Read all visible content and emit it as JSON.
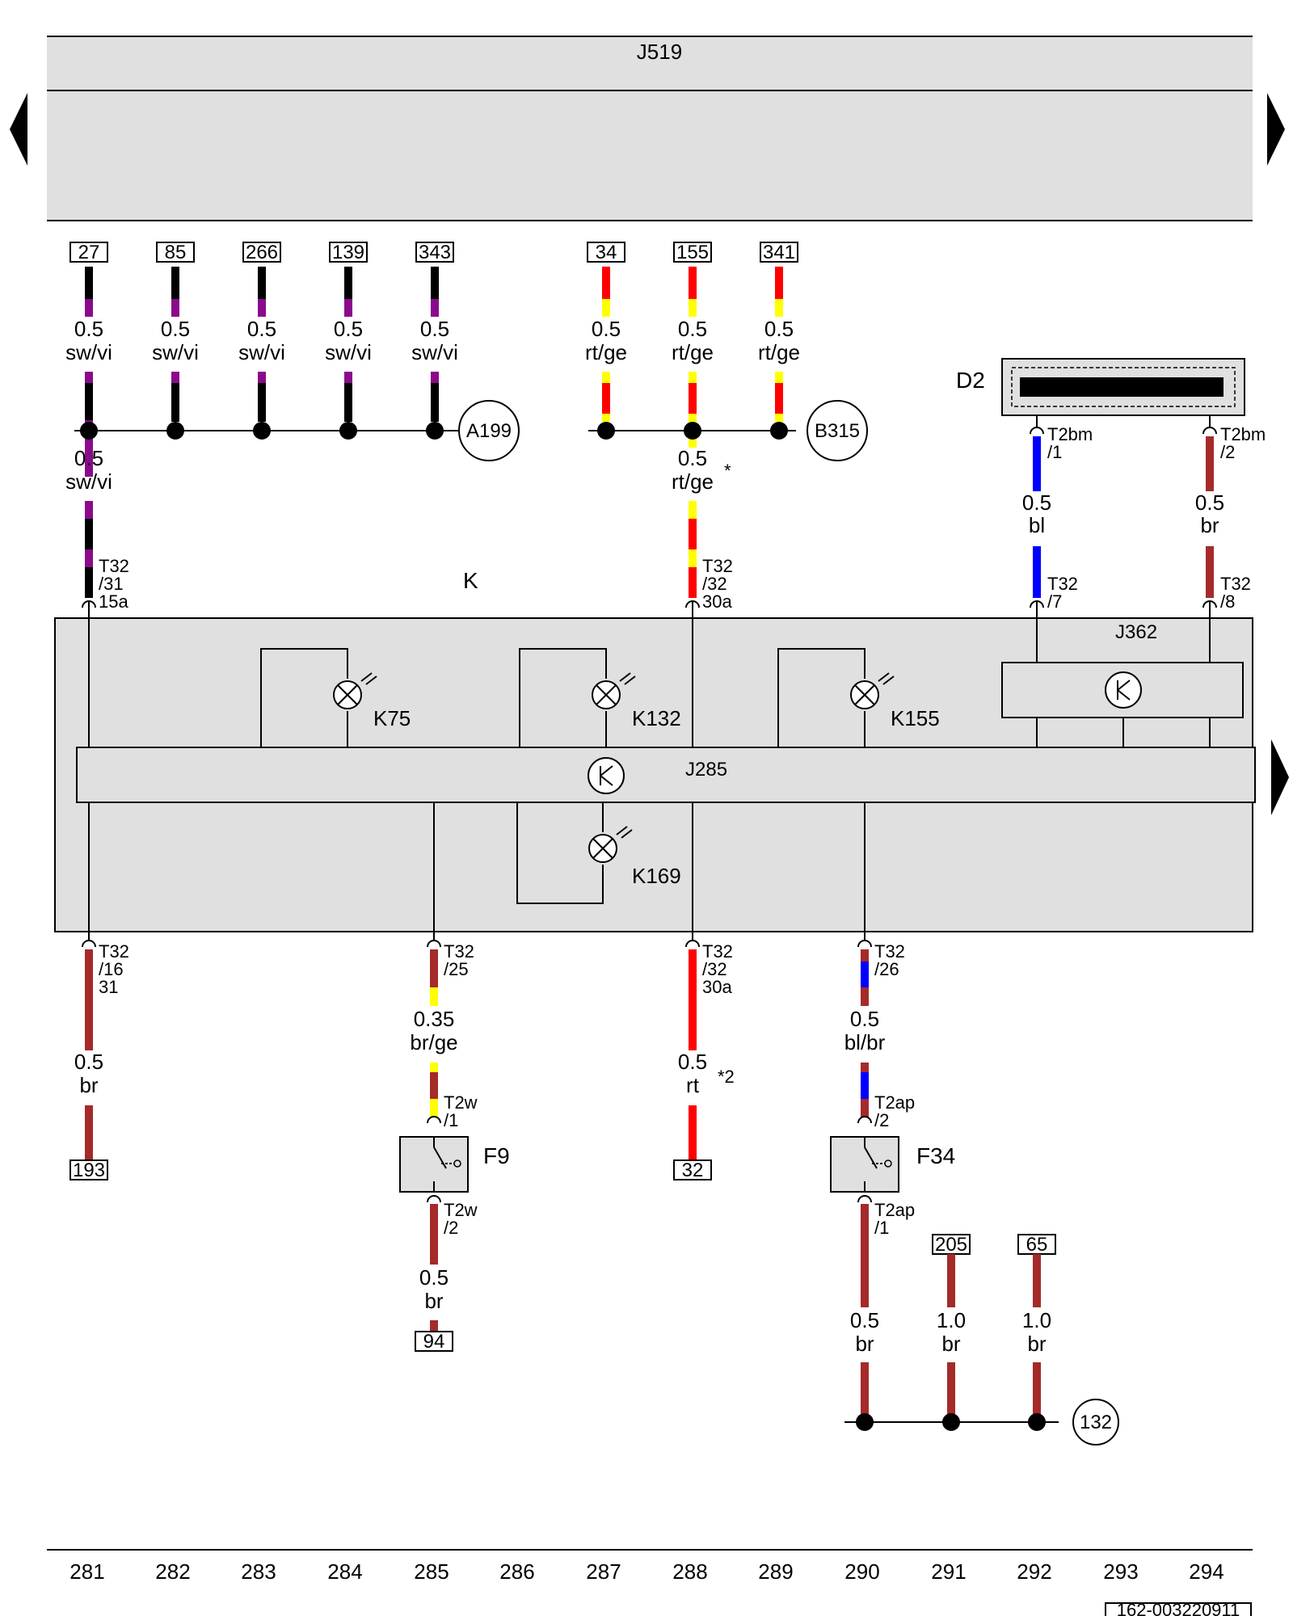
{
  "header": {
    "title": "J519"
  },
  "components": {
    "K": "K",
    "J285": "J285",
    "J362": "J362",
    "D2": "D2",
    "K75": "K75",
    "K132": "K132",
    "K155": "K155",
    "K169": "K169",
    "F9": "F9",
    "F34": "F34",
    "A199": "A199",
    "B315": "B315",
    "G132": "132"
  },
  "refs": {
    "top_sw": [
      "27",
      "85",
      "266",
      "139",
      "343"
    ],
    "top_rt": [
      "34",
      "155",
      "341"
    ],
    "r193": "193",
    "r94": "94",
    "r32": "32",
    "r205": "205",
    "r65": "65"
  },
  "wires": {
    "w05": "0.5",
    "w035": "0.35",
    "w10": "1.0",
    "sw_vi": "sw/vi",
    "rt_ge": "rt/ge",
    "bl": "bl",
    "br": "br",
    "br_ge": "br/ge",
    "rt": "rt",
    "bl_br": "bl/br"
  },
  "pins": {
    "T32": "T32",
    "p31": "/31",
    "p15a": "15a",
    "p32": "/32",
    "p30a": "30a",
    "p7": "/7",
    "p8": "/8",
    "p16": "/16",
    "p31b": "31",
    "p25": "/25",
    "p26": "/26",
    "T2bm": "T2bm",
    "p1": "/1",
    "p2": "/2",
    "T2w": "T2w",
    "T2ap": "T2ap"
  },
  "notes": {
    "star": "*",
    "star2": "*2"
  },
  "footer": {
    "columns": [
      "281",
      "282",
      "283",
      "284",
      "285",
      "286",
      "287",
      "288",
      "289",
      "290",
      "291",
      "292",
      "293",
      "294"
    ],
    "code": "162-003220911"
  },
  "colors": {
    "sw": "#000000",
    "vi": "#8b0a8b",
    "rt": "#ff0000",
    "ge": "#ffff00",
    "bl": "#0000ff",
    "br": "#a52a2a",
    "gray": "#e0e0e0"
  }
}
